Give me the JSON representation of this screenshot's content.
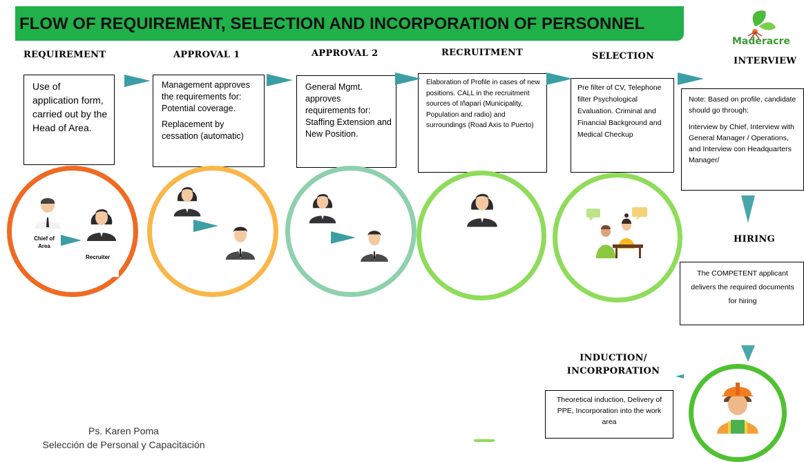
{
  "title": "FLOW OF REQUIREMENT, SELECTION AND INCORPORATION OF PERSONNEL",
  "logo_text": "Maderacre",
  "stages": [
    {
      "heading": "REQUIREMENT",
      "text": "Use of application form, carried out by the Head of Area."
    },
    {
      "heading": "APPROVAL 1",
      "text": "Management approves the requirements for: Potential coverage.",
      "text2": "Replacement by cessation (automatic)"
    },
    {
      "heading": "APPROVAL 2",
      "text": "General Mgmt. approves requirements for: Staffing Extension and New Position."
    },
    {
      "heading": "RECRUITMENT",
      "text": "Elaboration of Profile in cases of new positions.  CALL in the recruitment sources of Iñapari (Municipality, Population and radio) and surroundings (Road Axis to Puerto)"
    },
    {
      "heading": "SELECTION",
      "text": "Pre filter of CV, Telephone filter Psychological Evaluation.  Criminal and Financial Background and Medical Checkup"
    },
    {
      "heading": "INTERVIEW",
      "text": "Note: Based on profile, candidate should go through:",
      "text2": "Interview by Chief, Interview with General Manager / Operations, and Interview con Headquarters Manager/"
    },
    {
      "heading": "HIRING",
      "text": "The COMPETENT applicant delivers the required documents for hiring"
    },
    {
      "heading": "INDUCTION/ INCORPORATION",
      "text": "Theoretical induction, Delivery of PPE, Incorporation into the work area"
    }
  ],
  "labels": {
    "chief": "Chief of Area",
    "recruiter": "Recruiter"
  },
  "footer": {
    "name": "Ps. Karen Poma",
    "role": "Selección de Personal y Capacitación"
  },
  "colors": {
    "banner": "#21b14b",
    "arrow": "#3c9ea4",
    "circle1": "#ef6a23",
    "circle2": "#f9b74a",
    "circle3": "#8fd0ad",
    "circle4": "#8fdc5b",
    "circle5": "#8fdc5b",
    "circle6": "#4fc132"
  }
}
